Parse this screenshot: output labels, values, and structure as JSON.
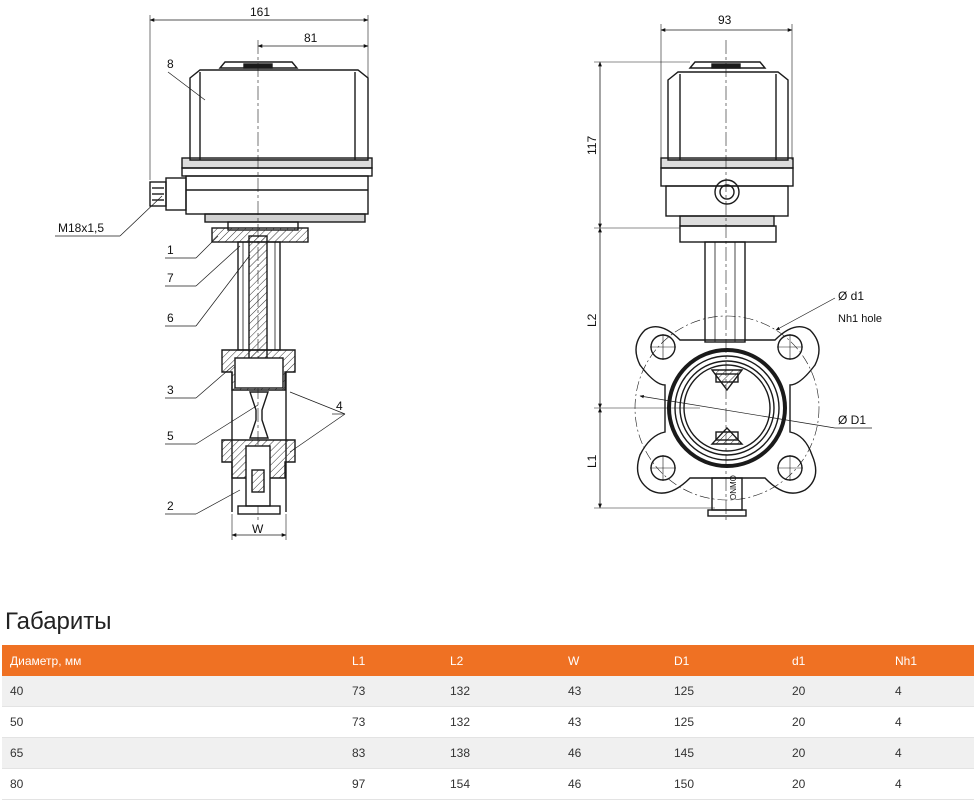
{
  "drawing": {
    "dim_overall_width": "161",
    "dim_axis_offset": "81",
    "dim_front_width": "93",
    "dim_actuator_height": "117",
    "dim_l2": "L2",
    "dim_l1": "L1",
    "dim_w": "W",
    "thread_label": "M18x1,5",
    "part_labels": [
      "8",
      "1",
      "7",
      "6",
      "3",
      "5",
      "2",
      "4"
    ],
    "hole_diameter_label": "Ø d1",
    "hole_count_label": "Nh1 hole",
    "bolt_circle_label": "Ø D1",
    "nameplate_text": "ONMO"
  },
  "section_title": "Габариты",
  "table": {
    "columns": [
      "Диаметр, мм",
      "L1",
      "L2",
      "W",
      "D1",
      "d1",
      "Nh1"
    ],
    "rows": [
      [
        "40",
        "73",
        "132",
        "43",
        "125",
        "20",
        "4"
      ],
      [
        "50",
        "73",
        "132",
        "43",
        "125",
        "20",
        "4"
      ],
      [
        "65",
        "83",
        "138",
        "46",
        "145",
        "20",
        "4"
      ],
      [
        "80",
        "97",
        "154",
        "46",
        "150",
        "20",
        "4"
      ]
    ]
  },
  "colors": {
    "header_bg": "#ef7123",
    "row_alt_bg": "#f0f0f0",
    "line": "#1a1a1a"
  }
}
